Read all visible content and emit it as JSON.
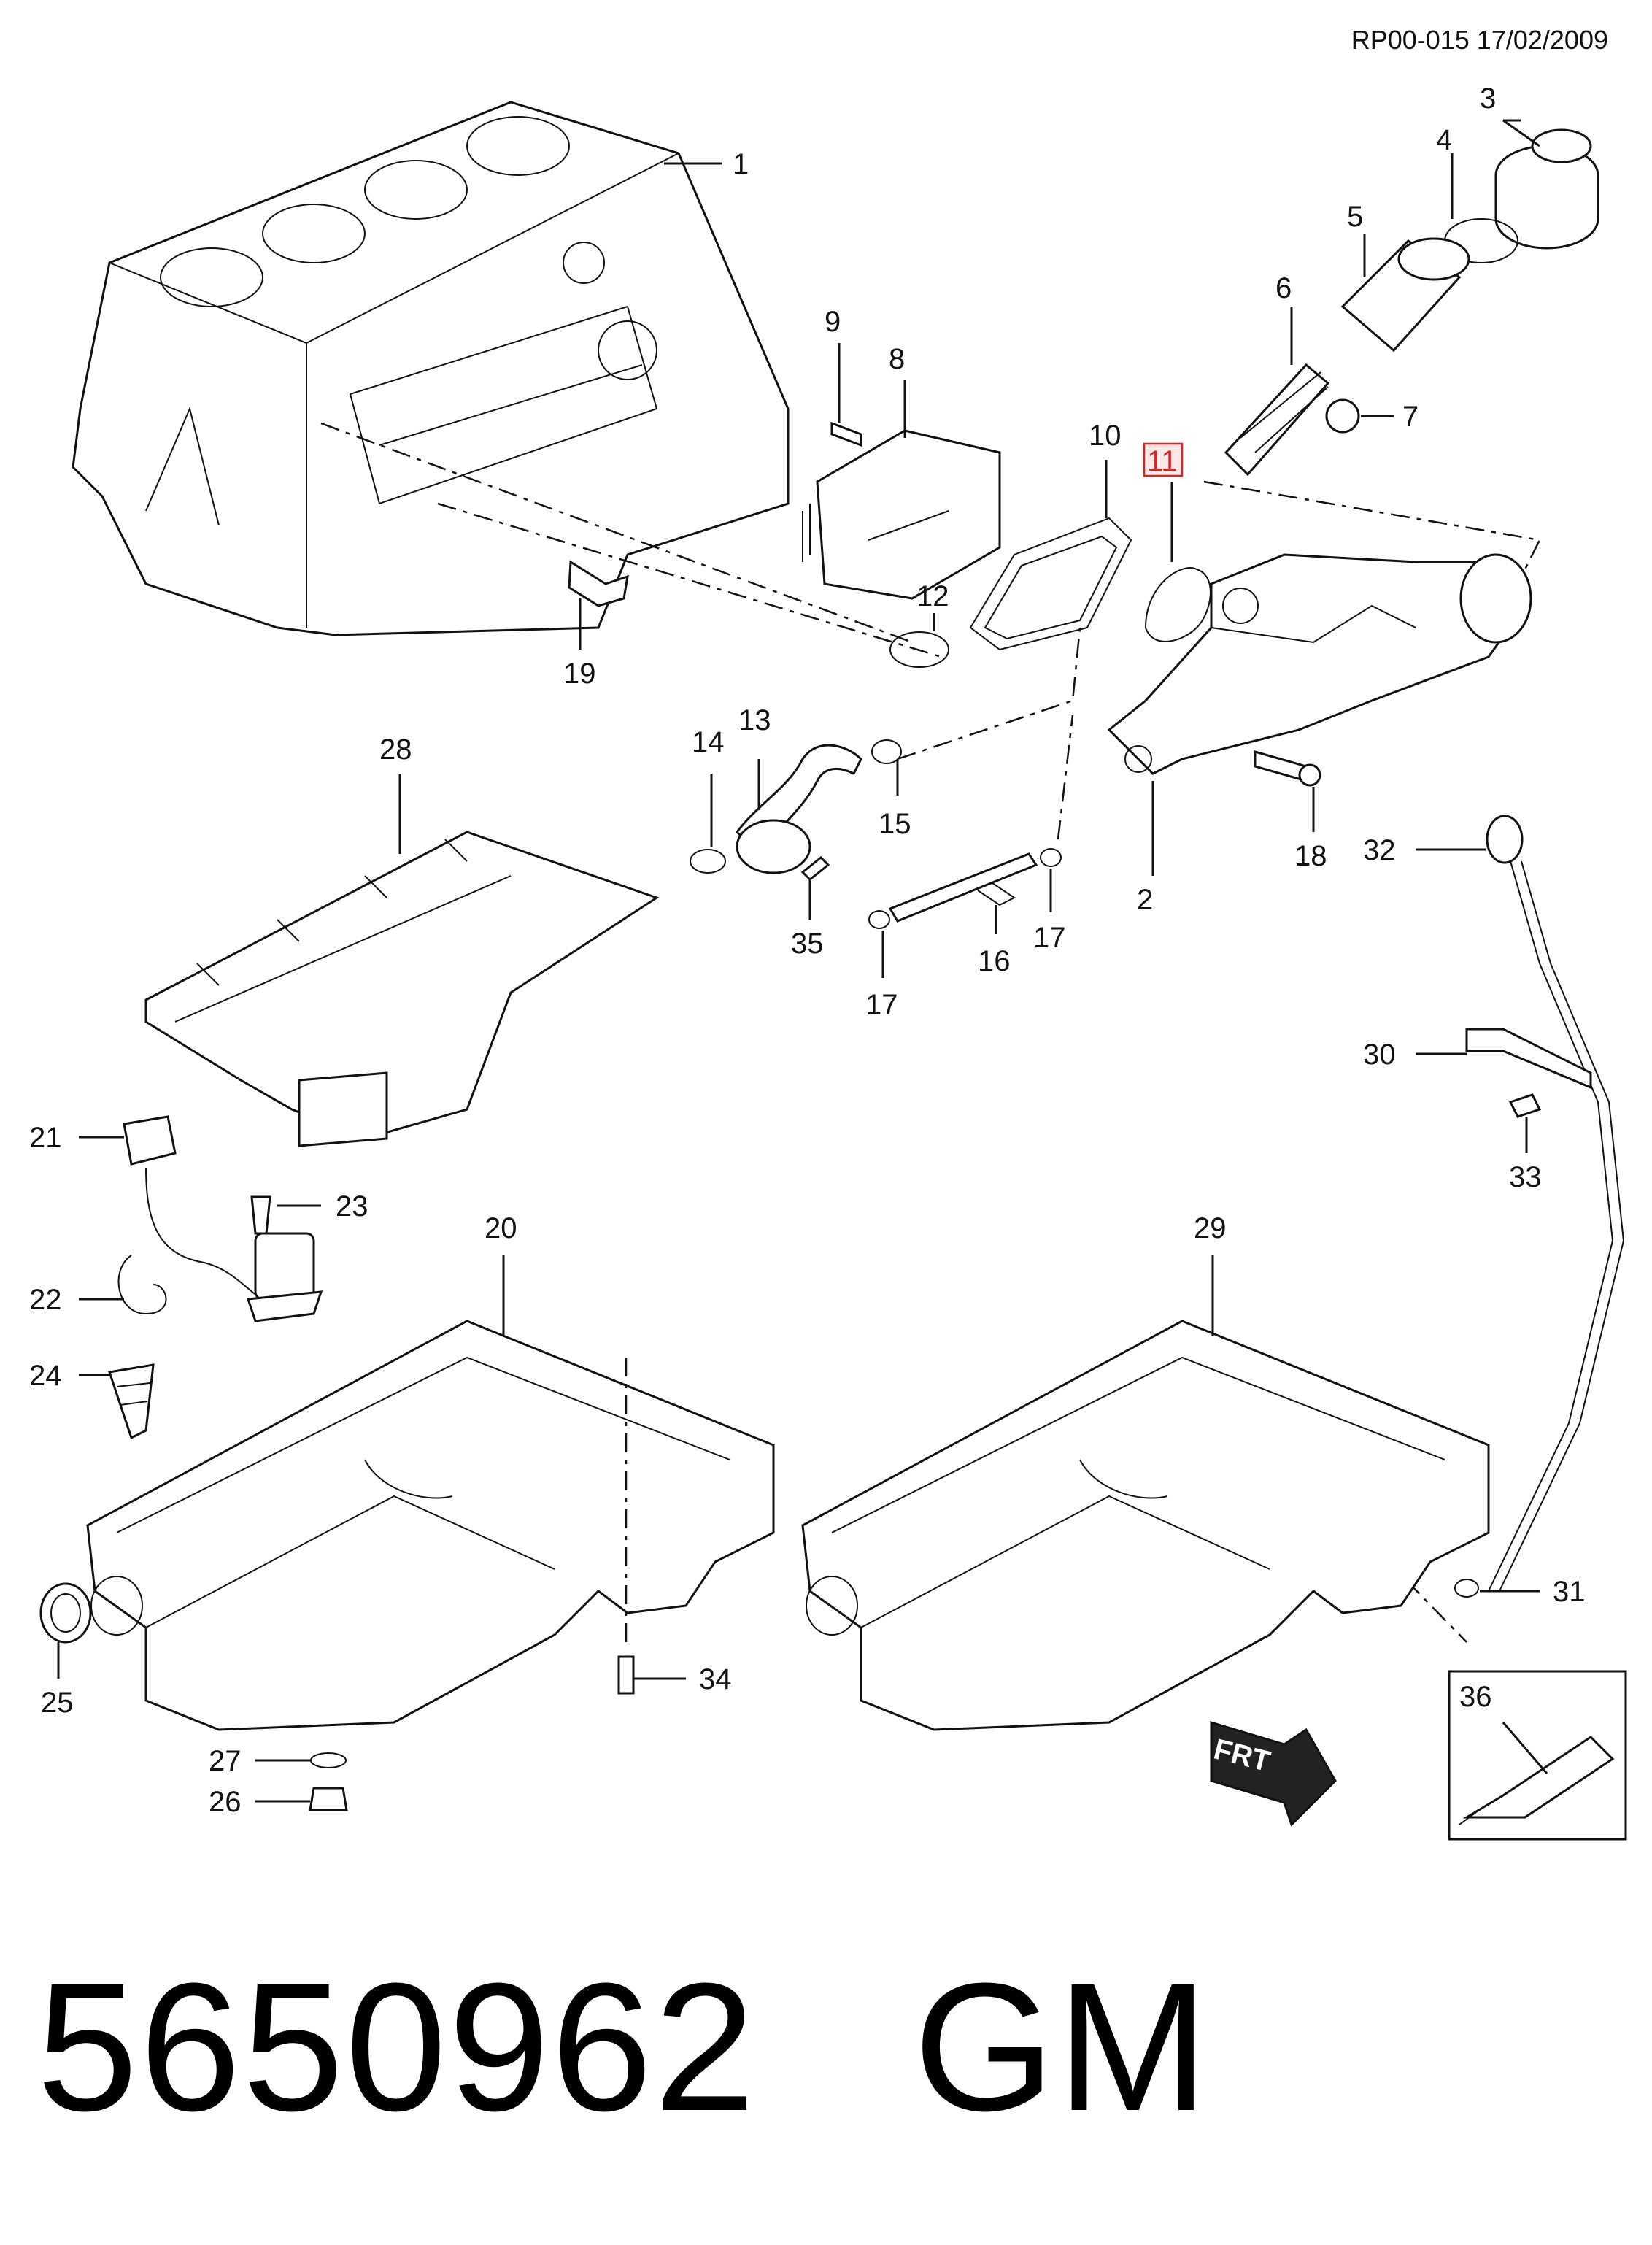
{
  "header": {
    "reference": "RP00-015 17/02/2009"
  },
  "footer": {
    "part_number": "5650962",
    "brand": "GM"
  },
  "callouts": {
    "c1": "1",
    "c2": "2",
    "c3": "3",
    "c4": "4",
    "c5": "5",
    "c6": "6",
    "c7": "7",
    "c8": "8",
    "c9": "9",
    "c10": "10",
    "c11": "11",
    "c12": "12",
    "c13": "13",
    "c14": "14",
    "c15": "15",
    "c16": "16",
    "c17a": "17",
    "c17b": "17",
    "c18": "18",
    "c19": "19",
    "c20": "20",
    "c21": "21",
    "c22": "22",
    "c23": "23",
    "c24": "24",
    "c25": "25",
    "c26": "26",
    "c27": "27",
    "c28": "28",
    "c29": "29",
    "c30": "30",
    "c31": "31",
    "c32": "32",
    "c33": "33",
    "c34": "34",
    "c35": "35",
    "c36": "36"
  },
  "highlighted_callout": "11",
  "front_arrow": {
    "label": "FRT"
  },
  "colors": {
    "line": "#111111",
    "highlight": "#dd2222"
  }
}
